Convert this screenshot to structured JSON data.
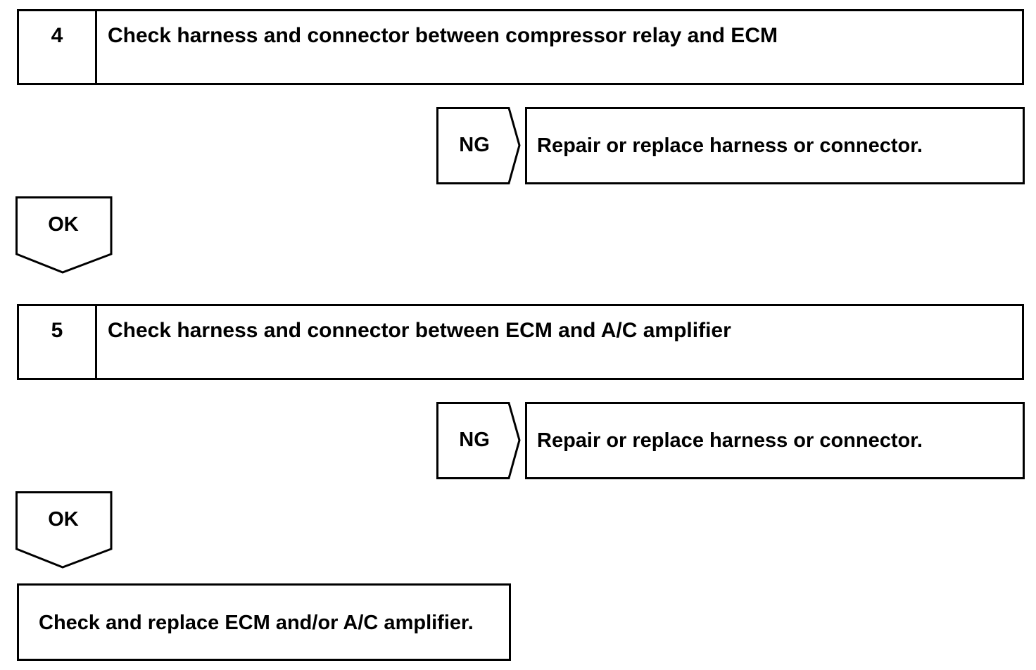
{
  "steps": [
    {
      "number": "4",
      "title": "Check harness and connector between compressor relay and ECM",
      "ng_label": "NG",
      "ng_result": "Repair or replace harness or connector.",
      "ok_label": "OK"
    },
    {
      "number": "5",
      "title": "Check harness and connector between ECM and A/C amplifier",
      "ng_label": "NG",
      "ng_result": "Repair or replace harness or connector.",
      "ok_label": "OK"
    }
  ],
  "final_action": "Check and replace ECM and/or A/C amplifier."
}
